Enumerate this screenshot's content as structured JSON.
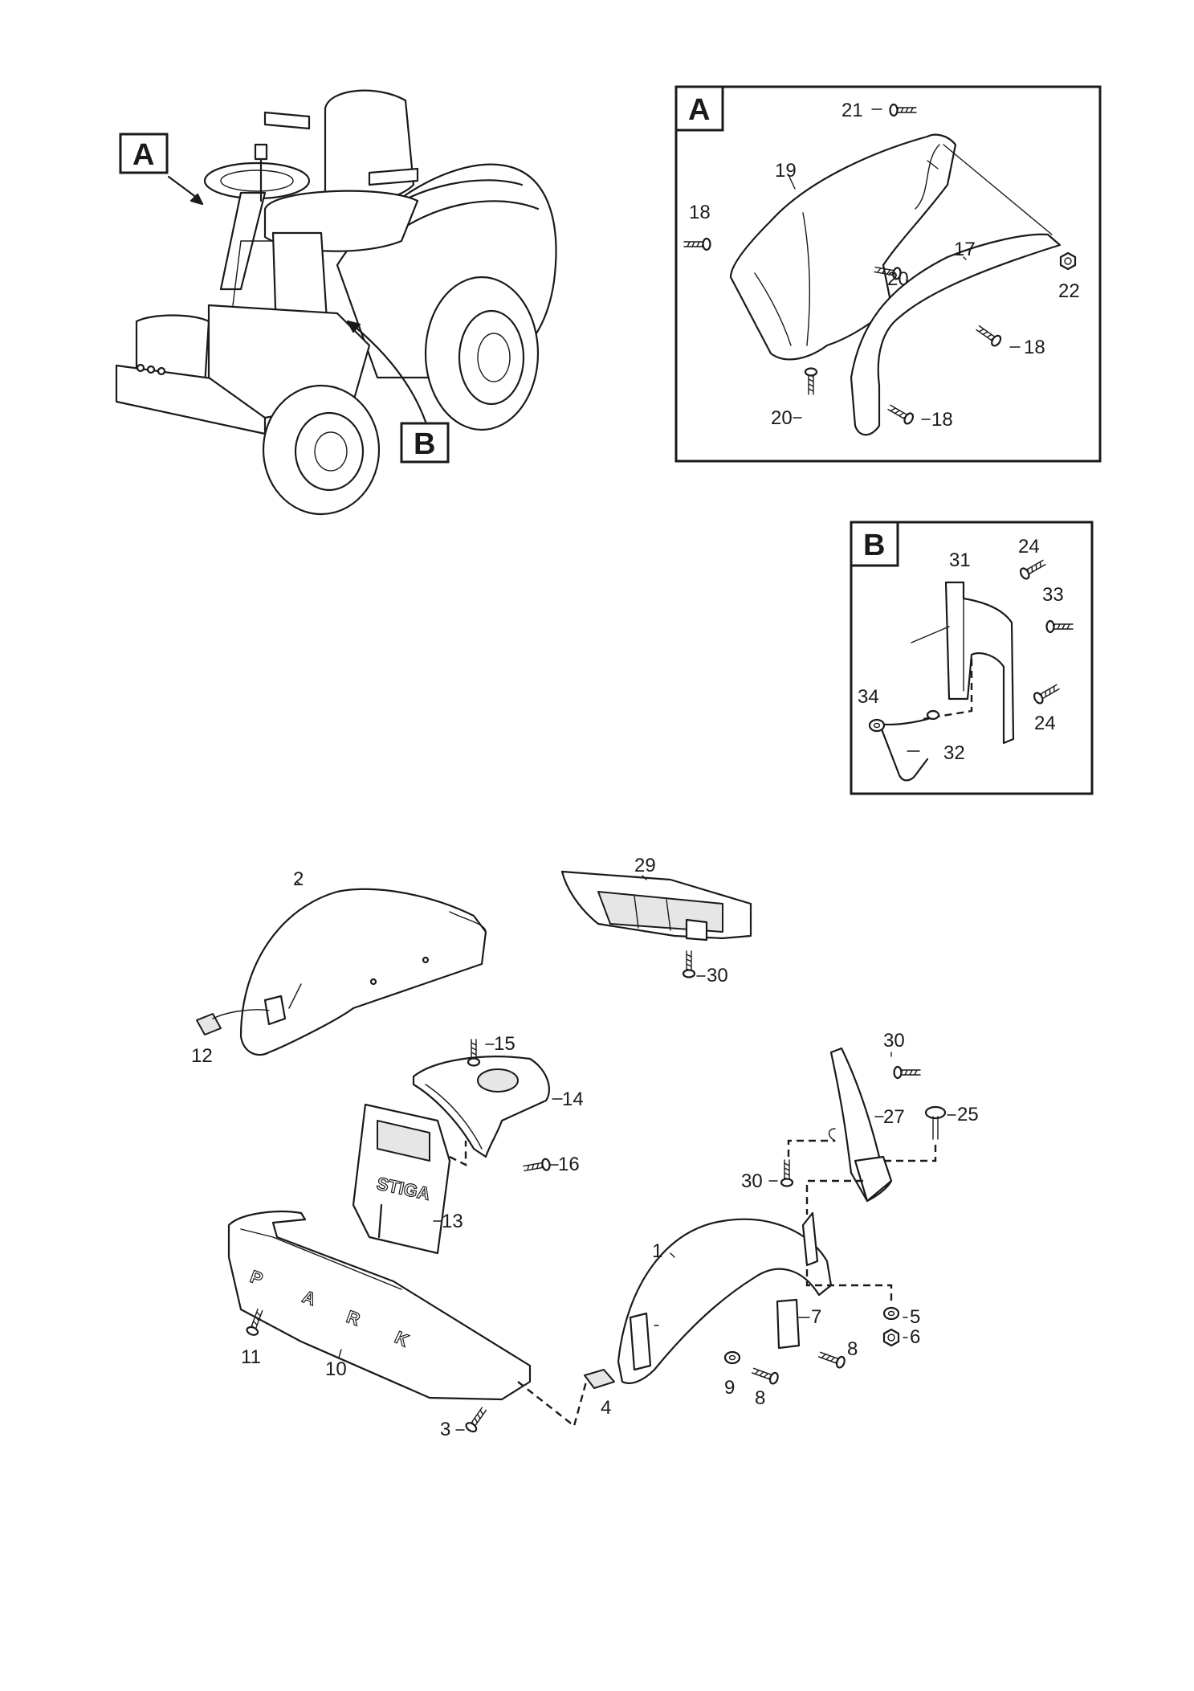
{
  "detail_tags": {
    "a": "A",
    "b": "B"
  },
  "panel_a": {
    "title": "A",
    "labels": [
      "21",
      "19",
      "18",
      "17",
      "20",
      "22",
      "18",
      "20",
      "18"
    ]
  },
  "panel_b": {
    "title": "B",
    "labels": [
      "31",
      "24",
      "33",
      "34",
      "24",
      "32"
    ]
  },
  "main": {
    "labels": [
      "29",
      "2",
      "30",
      "12",
      "15",
      "14",
      "30",
      "27",
      "25",
      "16",
      "30",
      "13",
      "1",
      "7",
      "5",
      "6",
      "8",
      "11",
      "10",
      "9",
      "8",
      "4",
      "3"
    ]
  },
  "embossed_text": {
    "hood_logo": "STIGA",
    "bumper_letters": [
      "P",
      "A",
      "R",
      "K"
    ]
  },
  "icons": [
    "screw-icon",
    "bolt-icon",
    "nut-icon",
    "washer-icon",
    "clip-icon"
  ]
}
